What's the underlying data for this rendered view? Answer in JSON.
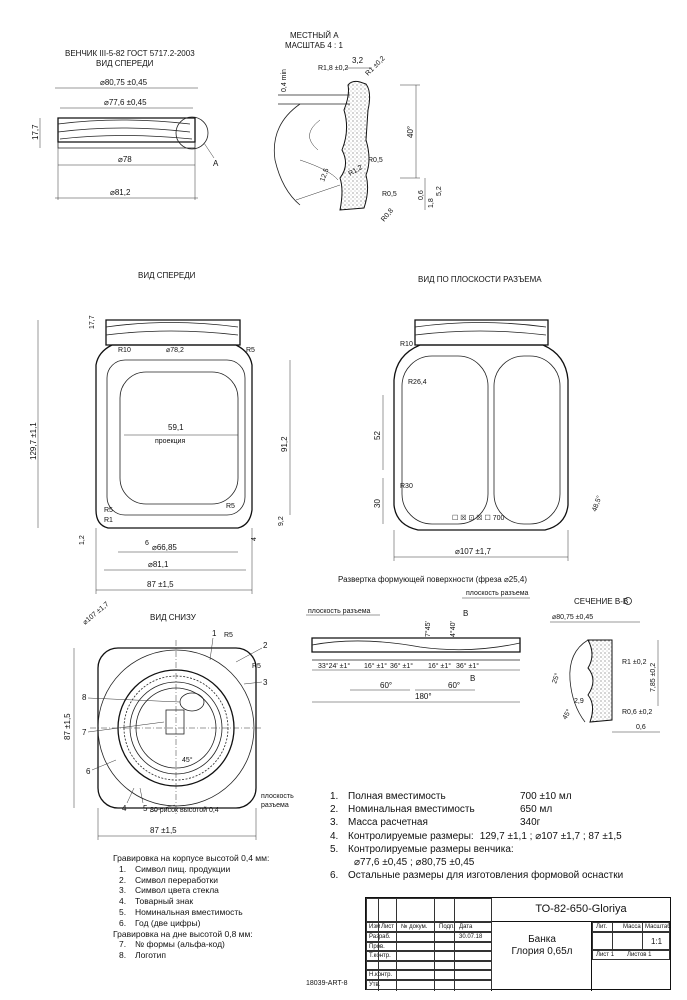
{
  "views": {
    "neck_front": {
      "title_line1": "ВЕНЧИК III-5-82 ГОСТ 5717.2-2003",
      "title_line2": "ВИД СПЕРЕДИ",
      "dims": [
        "⌀80,75 ±0,45",
        "⌀77,6 ±0,45",
        "17,7",
        "⌀78",
        "⌀81,2",
        "А"
      ]
    },
    "detail_a": {
      "title_line1": "МЕСТНЫЙ А",
      "title_line2": "МАСШТАБ 4 : 1",
      "dims": [
        "3,2",
        "R1,8 ±0,2",
        "R1 ±0,2",
        "0,4 min",
        "12,5",
        "40°",
        "R0,5",
        "R1,2",
        "R0,5",
        "R0,8",
        "5,2",
        "0,6",
        "1,8"
      ]
    },
    "front": {
      "title": "ВИД СПЕРЕДИ",
      "dims": [
        "17,7",
        "R10",
        "⌀78,2",
        "R5",
        "129,7 ±1,1",
        "59,1",
        "проекция",
        "91,2",
        "R5",
        "R5",
        "R1",
        "9,2",
        "1,2",
        "6",
        "⌀66,85",
        "4",
        "⌀81,1",
        "87 ±1,5"
      ]
    },
    "side": {
      "title": "ВИД ПО ПЛОСКОСТИ РАЗЪЕМА",
      "dims": [
        "R10",
        "R26,4",
        "52",
        "30",
        "R30",
        "48,5°",
        "⌀107 ±1,7"
      ],
      "bottom_mark": "☐ ☒ ⊡  ☒ ☐ 700"
    },
    "bottom": {
      "title": "ВИД СНИЗУ",
      "dims": [
        "⌀107 ±1,7",
        "R5",
        "R5",
        "87 ±1,5",
        "45°",
        "87 ±1,5"
      ],
      "callouts": [
        "1",
        "2",
        "3",
        "4",
        "5",
        "6",
        "7",
        "8"
      ],
      "note_knurl": "80 рисок высотой 0,4",
      "parting_plane_line1": "плоскость",
      "parting_plane_line2": "разъема"
    },
    "development": {
      "title": "Развертка формующей поверхности (фреза ⌀25,4)",
      "label_left": "плоскость разъема",
      "label_right": "плоскость разъема",
      "section_mark": "В",
      "dims": [
        "7°45'",
        "4°40'",
        "33°24' ±1°",
        "16° ±1°",
        "36° ±1°",
        "16° ±1°",
        "36° ±1°",
        "60°",
        "60°",
        "180°"
      ]
    },
    "section_bb": {
      "title": "СЕЧЕНИЕ В-В",
      "dims": [
        "⌀80,75 ±0,45",
        "R1 ±0,2",
        "7,85 ±0,2",
        "25°",
        "2,9",
        "45°",
        "R0,6 ±0,2",
        "0,6"
      ]
    }
  },
  "notes": [
    {
      "n": "1.",
      "label": "Полная вместимость",
      "value": "700 ±10 мл"
    },
    {
      "n": "2.",
      "label": "Номинальная вместимость",
      "value": "650 мл"
    },
    {
      "n": "3.",
      "label": "Масса расчетная",
      "value": "340г"
    },
    {
      "n": "4.",
      "label": "Контролируемые размеры:",
      "value": "129,7 ±1,1 ;  ⌀107 ±1,7 ;  87 ±1,5"
    },
    {
      "n": "5.",
      "label": "Контролируемые размеры венчика:",
      "value": ""
    },
    {
      "n": "",
      "label": "⌀77,6 ±0,45 ;  ⌀80,75 ±0,45",
      "value": ""
    },
    {
      "n": "6.",
      "label": "Остальные размеры для изготовления формовой оснастки",
      "value": ""
    }
  ],
  "engraving": {
    "heading_body": "Гравировка на корпусе высотой 0,4 мм:",
    "body_items": [
      {
        "n": "1.",
        "text": "Символ пищ. продукции"
      },
      {
        "n": "2.",
        "text": "Символ переработки"
      },
      {
        "n": "3.",
        "text": "Символ цвета стекла"
      },
      {
        "n": "4.",
        "text": "Товарный знак"
      },
      {
        "n": "5.",
        "text": "Номинальная вместимость"
      },
      {
        "n": "6.",
        "text": "Год  (две цифры)"
      }
    ],
    "heading_bottom": "Гравировка на дне высотой 0,8 мм:",
    "bottom_items": [
      {
        "n": "7.",
        "text": "№ формы (альфа-код)"
      },
      {
        "n": "8.",
        "text": "Логотип"
      }
    ]
  },
  "title_block": {
    "designation": "ТО-82-650-Gloriya",
    "name_line1": "Банка",
    "name_line2": "Глория 0,65л",
    "col_headers": [
      "Изм",
      "Лист",
      "№ докум.",
      "Подп.",
      "Дата"
    ],
    "rows": [
      "Разраб.",
      "Пров.",
      "Т.контр.",
      "",
      "Н.контр.",
      "Утв."
    ],
    "date": "30.07.18",
    "lit_label": "Лит.",
    "mass_label": "Масса",
    "scale_label": "Масштаб",
    "scale_value": "1:1",
    "sheet_label": "Лист 1",
    "sheets_label": "Листов 1"
  },
  "footer_code": "18039-ART-8"
}
